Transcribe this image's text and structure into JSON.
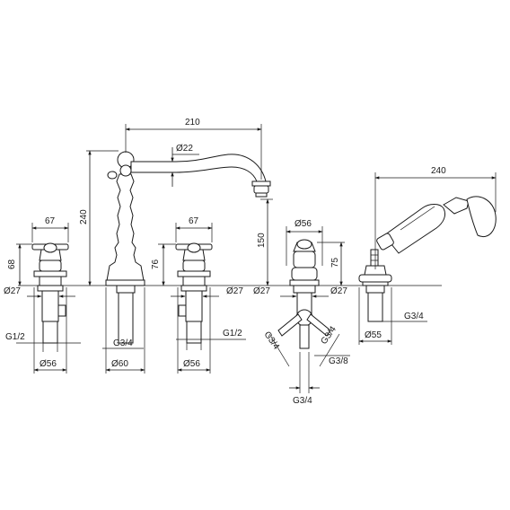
{
  "diagram": {
    "labels": {
      "d_27_a": "Ø27",
      "d_27_b": "Ø27",
      "d_27_c": "Ø27",
      "d_27_d": "Ø27",
      "d_56_a": "Ø56",
      "d_56_b": "Ø56",
      "d_56_top": "Ø56",
      "d_60": "Ø60",
      "d_55": "Ø55",
      "d_22": "Ø22",
      "w_67_a": "67",
      "w_67_b": "67",
      "h_68": "68",
      "h_76": "76",
      "h_75": "75",
      "h_150": "150",
      "h_240": "240",
      "w_210": "210",
      "w_240": "240",
      "g_12_a": "G1/2",
      "g_12_b": "G1/2",
      "g_34_spout": "G3/4",
      "g_34_left": "G3/4",
      "g_34_right": "G3/4",
      "g_34_bottom": "G3/4",
      "g_34_shower": "G3/4",
      "g_38": "G3/8"
    }
  }
}
